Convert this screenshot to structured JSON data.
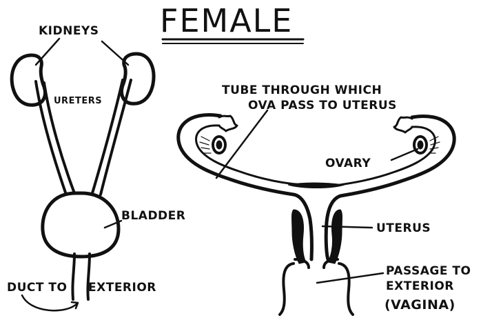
{
  "title": "FEMALE",
  "labels": {
    "kidneys": "KIDNEYS",
    "ureters": "URETERS",
    "bladder": "BLADDER",
    "duct_to": "DUCT TO",
    "exterior": "EXTERIOR",
    "tube_line1": "TUBE THROUGH WHICH",
    "tube_line2": "OVA PASS TO UTERUS",
    "ovary": "OVARY",
    "uterus": "UTERUS",
    "passage_line1": "PASSAGE TO",
    "passage_line2": "EXTERIOR",
    "passage_line3": "(VAGINA)"
  },
  "colors": {
    "ink": "#111111",
    "paper": "#ffffff"
  }
}
